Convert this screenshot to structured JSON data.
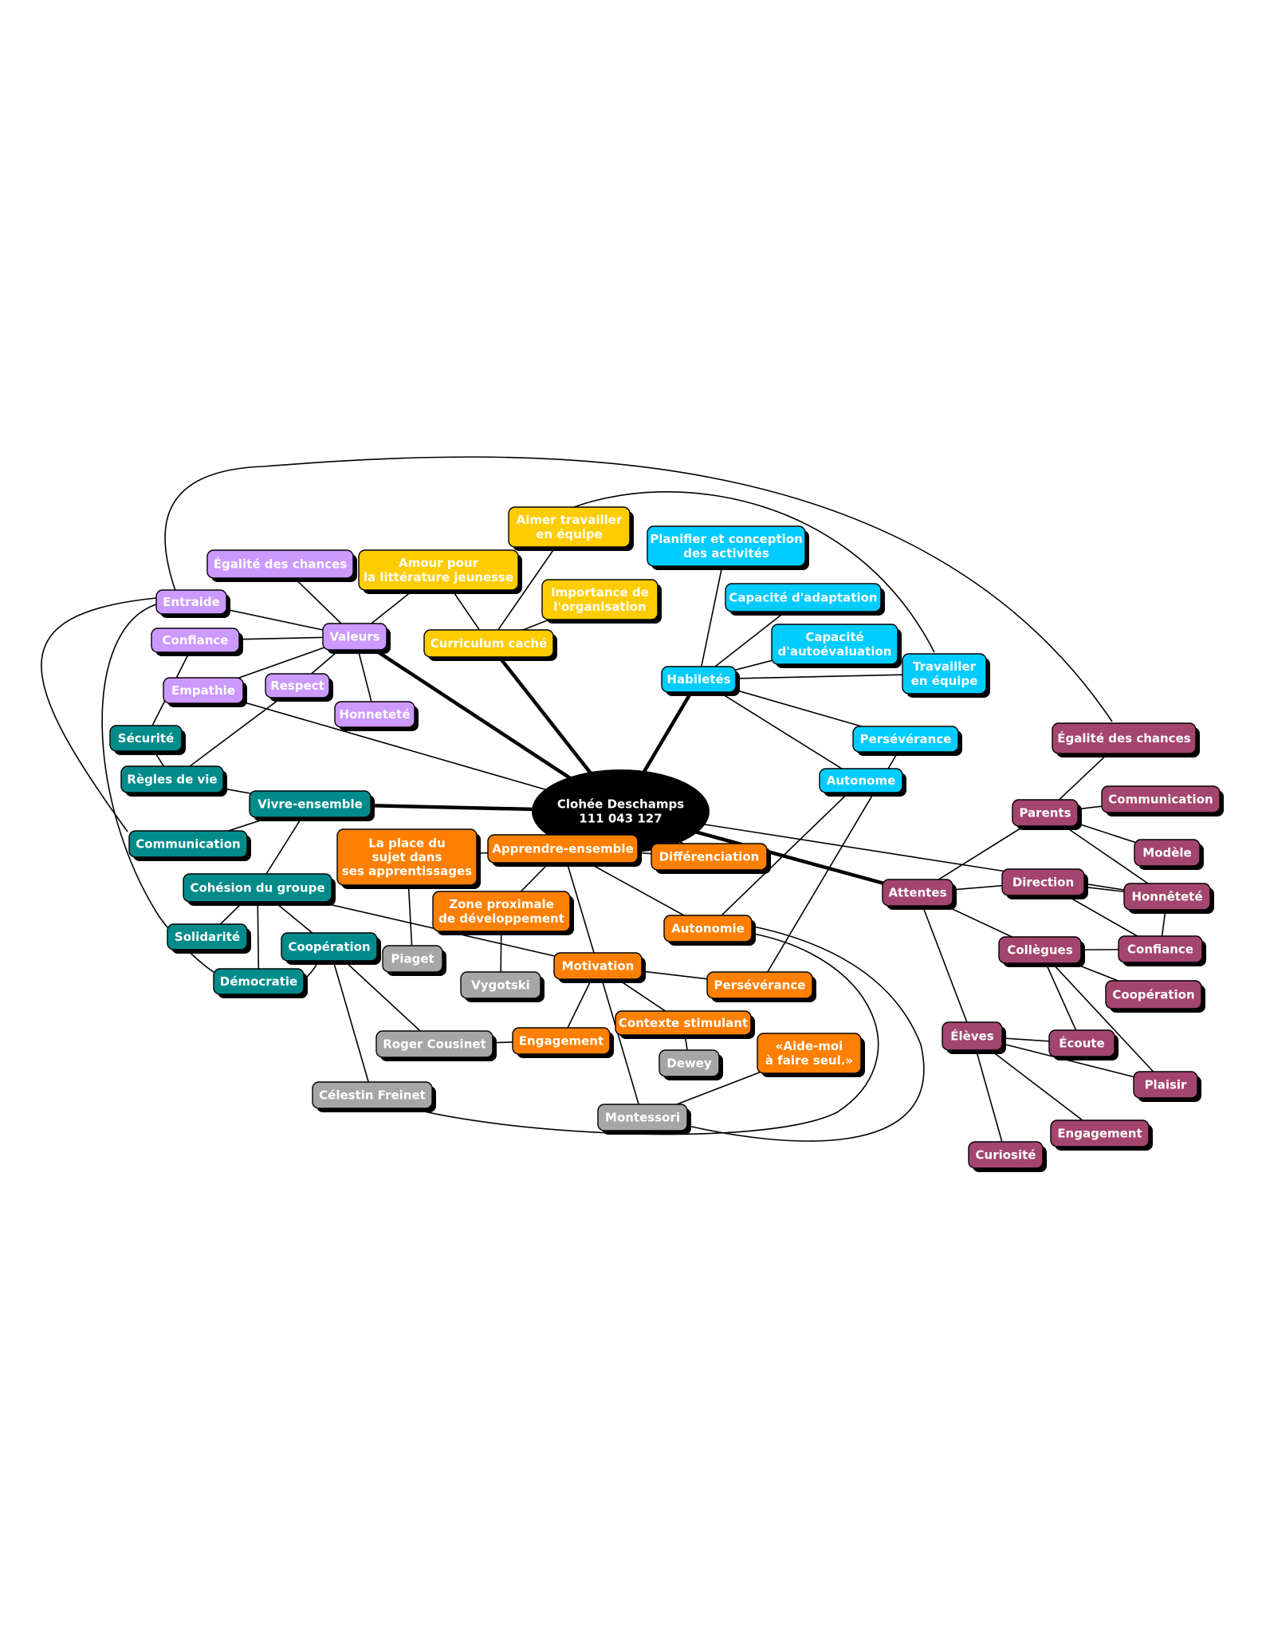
{
  "colors": {
    "center": "#000000",
    "purple": "#cc99ff",
    "yellow": "#ffcc00",
    "cyan": "#00ccff",
    "teal": "#008b8b",
    "orange": "#ff7f00",
    "gray": "#a6a6a6",
    "magenta": "#a3456f",
    "line": "#000000"
  },
  "center": {
    "lines": [
      "Clohée Deschamps",
      "111 043 127"
    ]
  },
  "nodes": [
    {
      "id": "valeurs",
      "lines": [
        "Valeurs"
      ],
      "color": "purple"
    },
    {
      "id": "egalite1",
      "lines": [
        "Égalité des chances"
      ],
      "color": "purple"
    },
    {
      "id": "entraide",
      "lines": [
        "Entraide"
      ],
      "color": "purple"
    },
    {
      "id": "confiance1",
      "lines": [
        "Confiance"
      ],
      "color": "purple"
    },
    {
      "id": "empathie",
      "lines": [
        "Empathie"
      ],
      "color": "purple"
    },
    {
      "id": "respect",
      "lines": [
        "Respect"
      ],
      "color": "purple"
    },
    {
      "id": "honnetete1",
      "lines": [
        "Honneteté"
      ],
      "color": "purple"
    },
    {
      "id": "curriculum",
      "lines": [
        "Curriculum caché"
      ],
      "color": "yellow"
    },
    {
      "id": "amour",
      "lines": [
        "Amour pour",
        "la littérature jeunesse"
      ],
      "color": "yellow"
    },
    {
      "id": "aimer",
      "lines": [
        "Aimer travailler",
        "en équipe"
      ],
      "color": "yellow"
    },
    {
      "id": "importance",
      "lines": [
        "Importance de",
        "l'organisation"
      ],
      "color": "yellow"
    },
    {
      "id": "habiletes",
      "lines": [
        "Habiletés"
      ],
      "color": "cyan"
    },
    {
      "id": "planifier",
      "lines": [
        "Planifier et conception",
        "des activités"
      ],
      "color": "cyan"
    },
    {
      "id": "adaptation",
      "lines": [
        "Capacité d'adaptation"
      ],
      "color": "cyan"
    },
    {
      "id": "autoeval",
      "lines": [
        "Capacité",
        "d'autoévaluation"
      ],
      "color": "cyan"
    },
    {
      "id": "travailler",
      "lines": [
        "Travailler",
        "en équipe"
      ],
      "color": "cyan"
    },
    {
      "id": "perseverance1",
      "lines": [
        "Persévérance"
      ],
      "color": "cyan"
    },
    {
      "id": "autonome",
      "lines": [
        "Autonome"
      ],
      "color": "cyan"
    },
    {
      "id": "vivre",
      "lines": [
        "Vivre-ensemble"
      ],
      "color": "teal"
    },
    {
      "id": "securite",
      "lines": [
        "Sécurité"
      ],
      "color": "teal"
    },
    {
      "id": "regles",
      "lines": [
        "Règles de vie"
      ],
      "color": "teal"
    },
    {
      "id": "communication1",
      "lines": [
        "Communication"
      ],
      "color": "teal"
    },
    {
      "id": "cohesion",
      "lines": [
        "Cohésion du groupe"
      ],
      "color": "teal"
    },
    {
      "id": "solidarite",
      "lines": [
        "Solidarité"
      ],
      "color": "teal"
    },
    {
      "id": "democratie",
      "lines": [
        "Démocratie"
      ],
      "color": "teal"
    },
    {
      "id": "cooperation1",
      "lines": [
        "Coopération"
      ],
      "color": "teal"
    },
    {
      "id": "apprendre",
      "lines": [
        "Apprendre-ensemble"
      ],
      "color": "orange"
    },
    {
      "id": "placesujet",
      "lines": [
        "La place du",
        "sujet dans",
        "ses apprentissages"
      ],
      "color": "orange"
    },
    {
      "id": "differenciation",
      "lines": [
        "Différenciation"
      ],
      "color": "orange"
    },
    {
      "id": "zone",
      "lines": [
        "Zone proximale",
        "de développement"
      ],
      "color": "orange"
    },
    {
      "id": "autonomie",
      "lines": [
        "Autonomie"
      ],
      "color": "orange"
    },
    {
      "id": "motivation",
      "lines": [
        "Motivation"
      ],
      "color": "orange"
    },
    {
      "id": "perseverance2",
      "lines": [
        "Persévérance"
      ],
      "color": "orange"
    },
    {
      "id": "engagement1",
      "lines": [
        "Engagement"
      ],
      "color": "orange"
    },
    {
      "id": "contexte",
      "lines": [
        "Contexte stimulant"
      ],
      "color": "orange"
    },
    {
      "id": "aidemoi",
      "lines": [
        "«Aide-moi",
        "à faire seul.»"
      ],
      "color": "orange"
    },
    {
      "id": "piaget",
      "lines": [
        "Piaget"
      ],
      "color": "gray"
    },
    {
      "id": "vygotski",
      "lines": [
        "Vygotski"
      ],
      "color": "gray"
    },
    {
      "id": "cousinet",
      "lines": [
        "Roger Cousinet"
      ],
      "color": "gray"
    },
    {
      "id": "freinet",
      "lines": [
        "Célestin Freinet"
      ],
      "color": "gray"
    },
    {
      "id": "dewey",
      "lines": [
        "Dewey"
      ],
      "color": "gray"
    },
    {
      "id": "montessori",
      "lines": [
        "Montessori"
      ],
      "color": "gray"
    },
    {
      "id": "attentes",
      "lines": [
        "Attentes"
      ],
      "color": "magenta"
    },
    {
      "id": "egalite2",
      "lines": [
        "Égalité des chances"
      ],
      "color": "magenta"
    },
    {
      "id": "parents",
      "lines": [
        "Parents"
      ],
      "color": "magenta"
    },
    {
      "id": "communication2",
      "lines": [
        "Communication"
      ],
      "color": "magenta"
    },
    {
      "id": "modele",
      "lines": [
        "Modèle"
      ],
      "color": "magenta"
    },
    {
      "id": "direction",
      "lines": [
        "Direction"
      ],
      "color": "magenta"
    },
    {
      "id": "honnetete2",
      "lines": [
        "Honnêteté"
      ],
      "color": "magenta"
    },
    {
      "id": "collegues",
      "lines": [
        "Collègues"
      ],
      "color": "magenta"
    },
    {
      "id": "confiance2",
      "lines": [
        "Confiance"
      ],
      "color": "magenta"
    },
    {
      "id": "cooperation2",
      "lines": [
        "Coopération"
      ],
      "color": "magenta"
    },
    {
      "id": "eleves",
      "lines": [
        "Élèves"
      ],
      "color": "magenta"
    },
    {
      "id": "ecoute",
      "lines": [
        "Écoute"
      ],
      "color": "magenta"
    },
    {
      "id": "plaisir",
      "lines": [
        "Plaisir"
      ],
      "color": "magenta"
    },
    {
      "id": "engagement2",
      "lines": [
        "Engagement"
      ],
      "color": "magenta"
    },
    {
      "id": "curiosite",
      "lines": [
        "Curiosité"
      ],
      "color": "magenta"
    }
  ],
  "main_links": [
    [
      "center",
      "valeurs"
    ],
    [
      "center",
      "curriculum"
    ],
    [
      "center",
      "habiletes"
    ],
    [
      "center",
      "vivre"
    ],
    [
      "center",
      "apprendre"
    ],
    [
      "center",
      "attentes"
    ]
  ],
  "links": [
    [
      "valeurs",
      "egalite1"
    ],
    [
      "valeurs",
      "entraide"
    ],
    [
      "valeurs",
      "confiance1"
    ],
    [
      "valeurs",
      "empathie"
    ],
    [
      "valeurs",
      "respect"
    ],
    [
      "valeurs",
      "honnetete1"
    ],
    [
      "valeurs",
      "amour"
    ],
    [
      "curriculum",
      "amour"
    ],
    [
      "curriculum",
      "aimer"
    ],
    [
      "curriculum",
      "importance"
    ],
    [
      "habiletes",
      "planifier"
    ],
    [
      "habiletes",
      "adaptation"
    ],
    [
      "habiletes",
      "autoeval"
    ],
    [
      "habiletes",
      "travailler"
    ],
    [
      "habiletes",
      "perseverance1"
    ],
    [
      "habiletes",
      "autonome"
    ],
    [
      "vivre",
      "regles"
    ],
    [
      "vivre",
      "communication1"
    ],
    [
      "vivre",
      "cohesion"
    ],
    [
      "regles",
      "securite"
    ],
    [
      "regles",
      "respect"
    ],
    [
      "securite",
      "confiance1"
    ],
    [
      "cohesion",
      "solidarite"
    ],
    [
      "cohesion",
      "democratie"
    ],
    [
      "cohesion",
      "cooperation1"
    ],
    [
      "cohesion",
      "motivation"
    ],
    [
      "cooperation1",
      "cousinet"
    ],
    [
      "cooperation1",
      "freinet"
    ],
    [
      "apprendre",
      "placesujet"
    ],
    [
      "apprendre",
      "differenciation"
    ],
    [
      "apprendre",
      "zone"
    ],
    [
      "apprendre",
      "autonomie"
    ],
    [
      "apprendre",
      "motivation"
    ],
    [
      "placesujet",
      "piaget"
    ],
    [
      "zone",
      "vygotski"
    ],
    [
      "motivation",
      "perseverance2"
    ],
    [
      "motivation",
      "engagement1"
    ],
    [
      "motivation",
      "contexte"
    ],
    [
      "motivation",
      "montessori"
    ],
    [
      "engagement1",
      "cousinet"
    ],
    [
      "contexte",
      "dewey"
    ],
    [
      "aidemoi",
      "montessori"
    ],
    [
      "autonomie",
      "autonome"
    ],
    [
      "perseverance2",
      "perseverance1"
    ],
    [
      "attentes",
      "parents"
    ],
    [
      "attentes",
      "direction"
    ],
    [
      "attentes",
      "collegues"
    ],
    [
      "attentes",
      "eleves"
    ],
    [
      "parents",
      "egalite2"
    ],
    [
      "parents",
      "communication2"
    ],
    [
      "parents",
      "modele"
    ],
    [
      "parents",
      "honnetete2"
    ],
    [
      "direction",
      "honnetete2"
    ],
    [
      "direction",
      "confiance2"
    ],
    [
      "honnetete2",
      "confiance2"
    ],
    [
      "collegues",
      "confiance2"
    ],
    [
      "collegues",
      "cooperation2"
    ],
    [
      "collegues",
      "ecoute"
    ],
    [
      "collegues",
      "plaisir"
    ],
    [
      "eleves",
      "ecoute"
    ],
    [
      "eleves",
      "plaisir"
    ],
    [
      "eleves",
      "engagement2"
    ],
    [
      "eleves",
      "curiosite"
    ],
    [
      "empathie",
      "center"
    ],
    [
      "center",
      "honnetete2"
    ],
    [
      "differenciation",
      "center"
    ]
  ]
}
